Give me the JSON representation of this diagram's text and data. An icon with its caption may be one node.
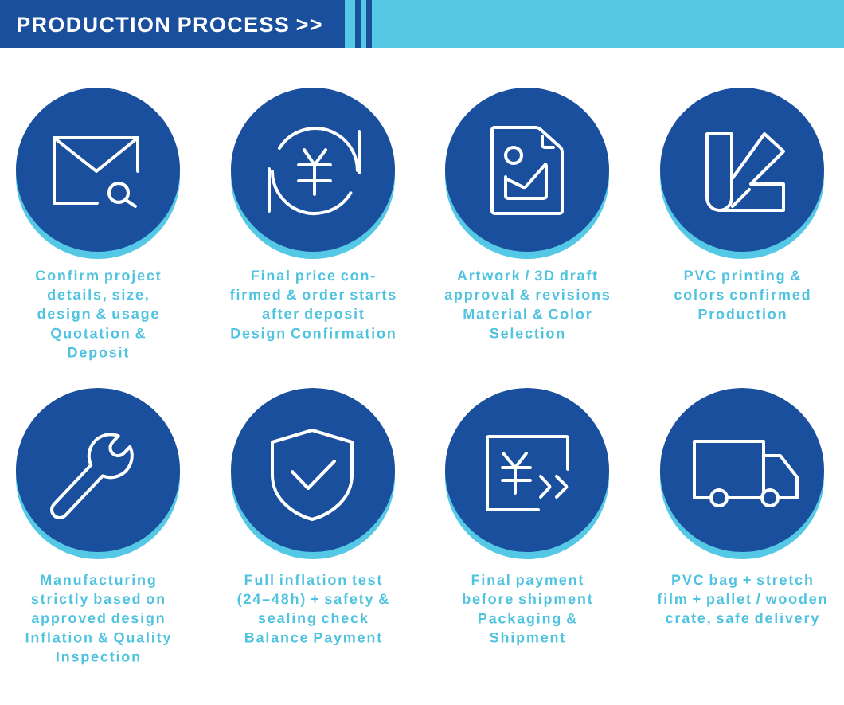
{
  "diagram": {
    "title": "PRODUCTION PROCESS >>",
    "nodes": [
      {
        "text": [],
        "shape": "circle",
        "beside": [
          "Confirm project details, size, design & usage",
          "Quotation & Deposit"
        ]
      },
      {
        "text": [],
        "shape": "circle",
        "beside": [
          "Final price con- firmed & order starts after deposit",
          "Design Confirmation"
        ]
      },
      {
        "text": [],
        "shape": "circle",
        "beside": [
          "Artwork / 3D draft approval & revisions",
          "Material & Color Selection"
        ]
      },
      {
        "text": [],
        "shape": "circle",
        "beside": [
          "PVC printing & colors confirmed",
          "Production"
        ]
      },
      {
        "text": [],
        "shape": "circle",
        "beside": [
          "Manufacturing strictly based on approved design",
          "Inflation & Quality Inspection"
        ]
      },
      {
        "text": [],
        "shape": "circle",
        "beside": [
          "Full inflation test (24–48h) + safety & sealing check",
          "Balance Payment"
        ]
      },
      {
        "text": [],
        "shape": "circle",
        "beside": [
          "Final payment before shipment",
          "Packaging & Shipment"
        ]
      },
      {
        "text": [],
        "shape": "circle",
        "beside": [
          "PVC bag + stretch film + pallet / wooden crate, safe delivery"
        ]
      }
    ]
  }
}
